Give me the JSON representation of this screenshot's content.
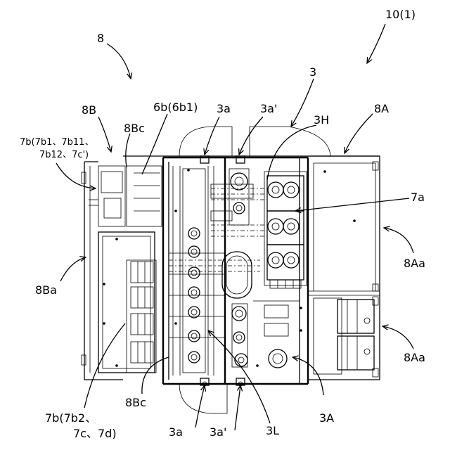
{
  "labels": {
    "fig": "10(1)",
    "l8": "8",
    "l3": "3",
    "l8B": "8B",
    "l8Bc_top": "8Bc",
    "l6b": "6b(6b1)",
    "l3a_top": "3a",
    "l3ap_top": "3a'",
    "l3H": "3H",
    "l8A": "8A",
    "l7b_top_1": "7b(7b1、7b11、",
    "l7b_top_2": "7b12、7c')",
    "l7a": "7a",
    "l8Aa_1": "8Aa",
    "l8Ba": "8Ba",
    "l8Aa_2": "8Aa",
    "l8Bc_bot": "8Bc",
    "l3A": "3A",
    "l7b_bot_1": "7b(7b2、",
    "l7b_bot_2": "7c、7d)",
    "l3a_bot": "3a",
    "l3ap_bot": "3a'",
    "l3L": "3L"
  }
}
